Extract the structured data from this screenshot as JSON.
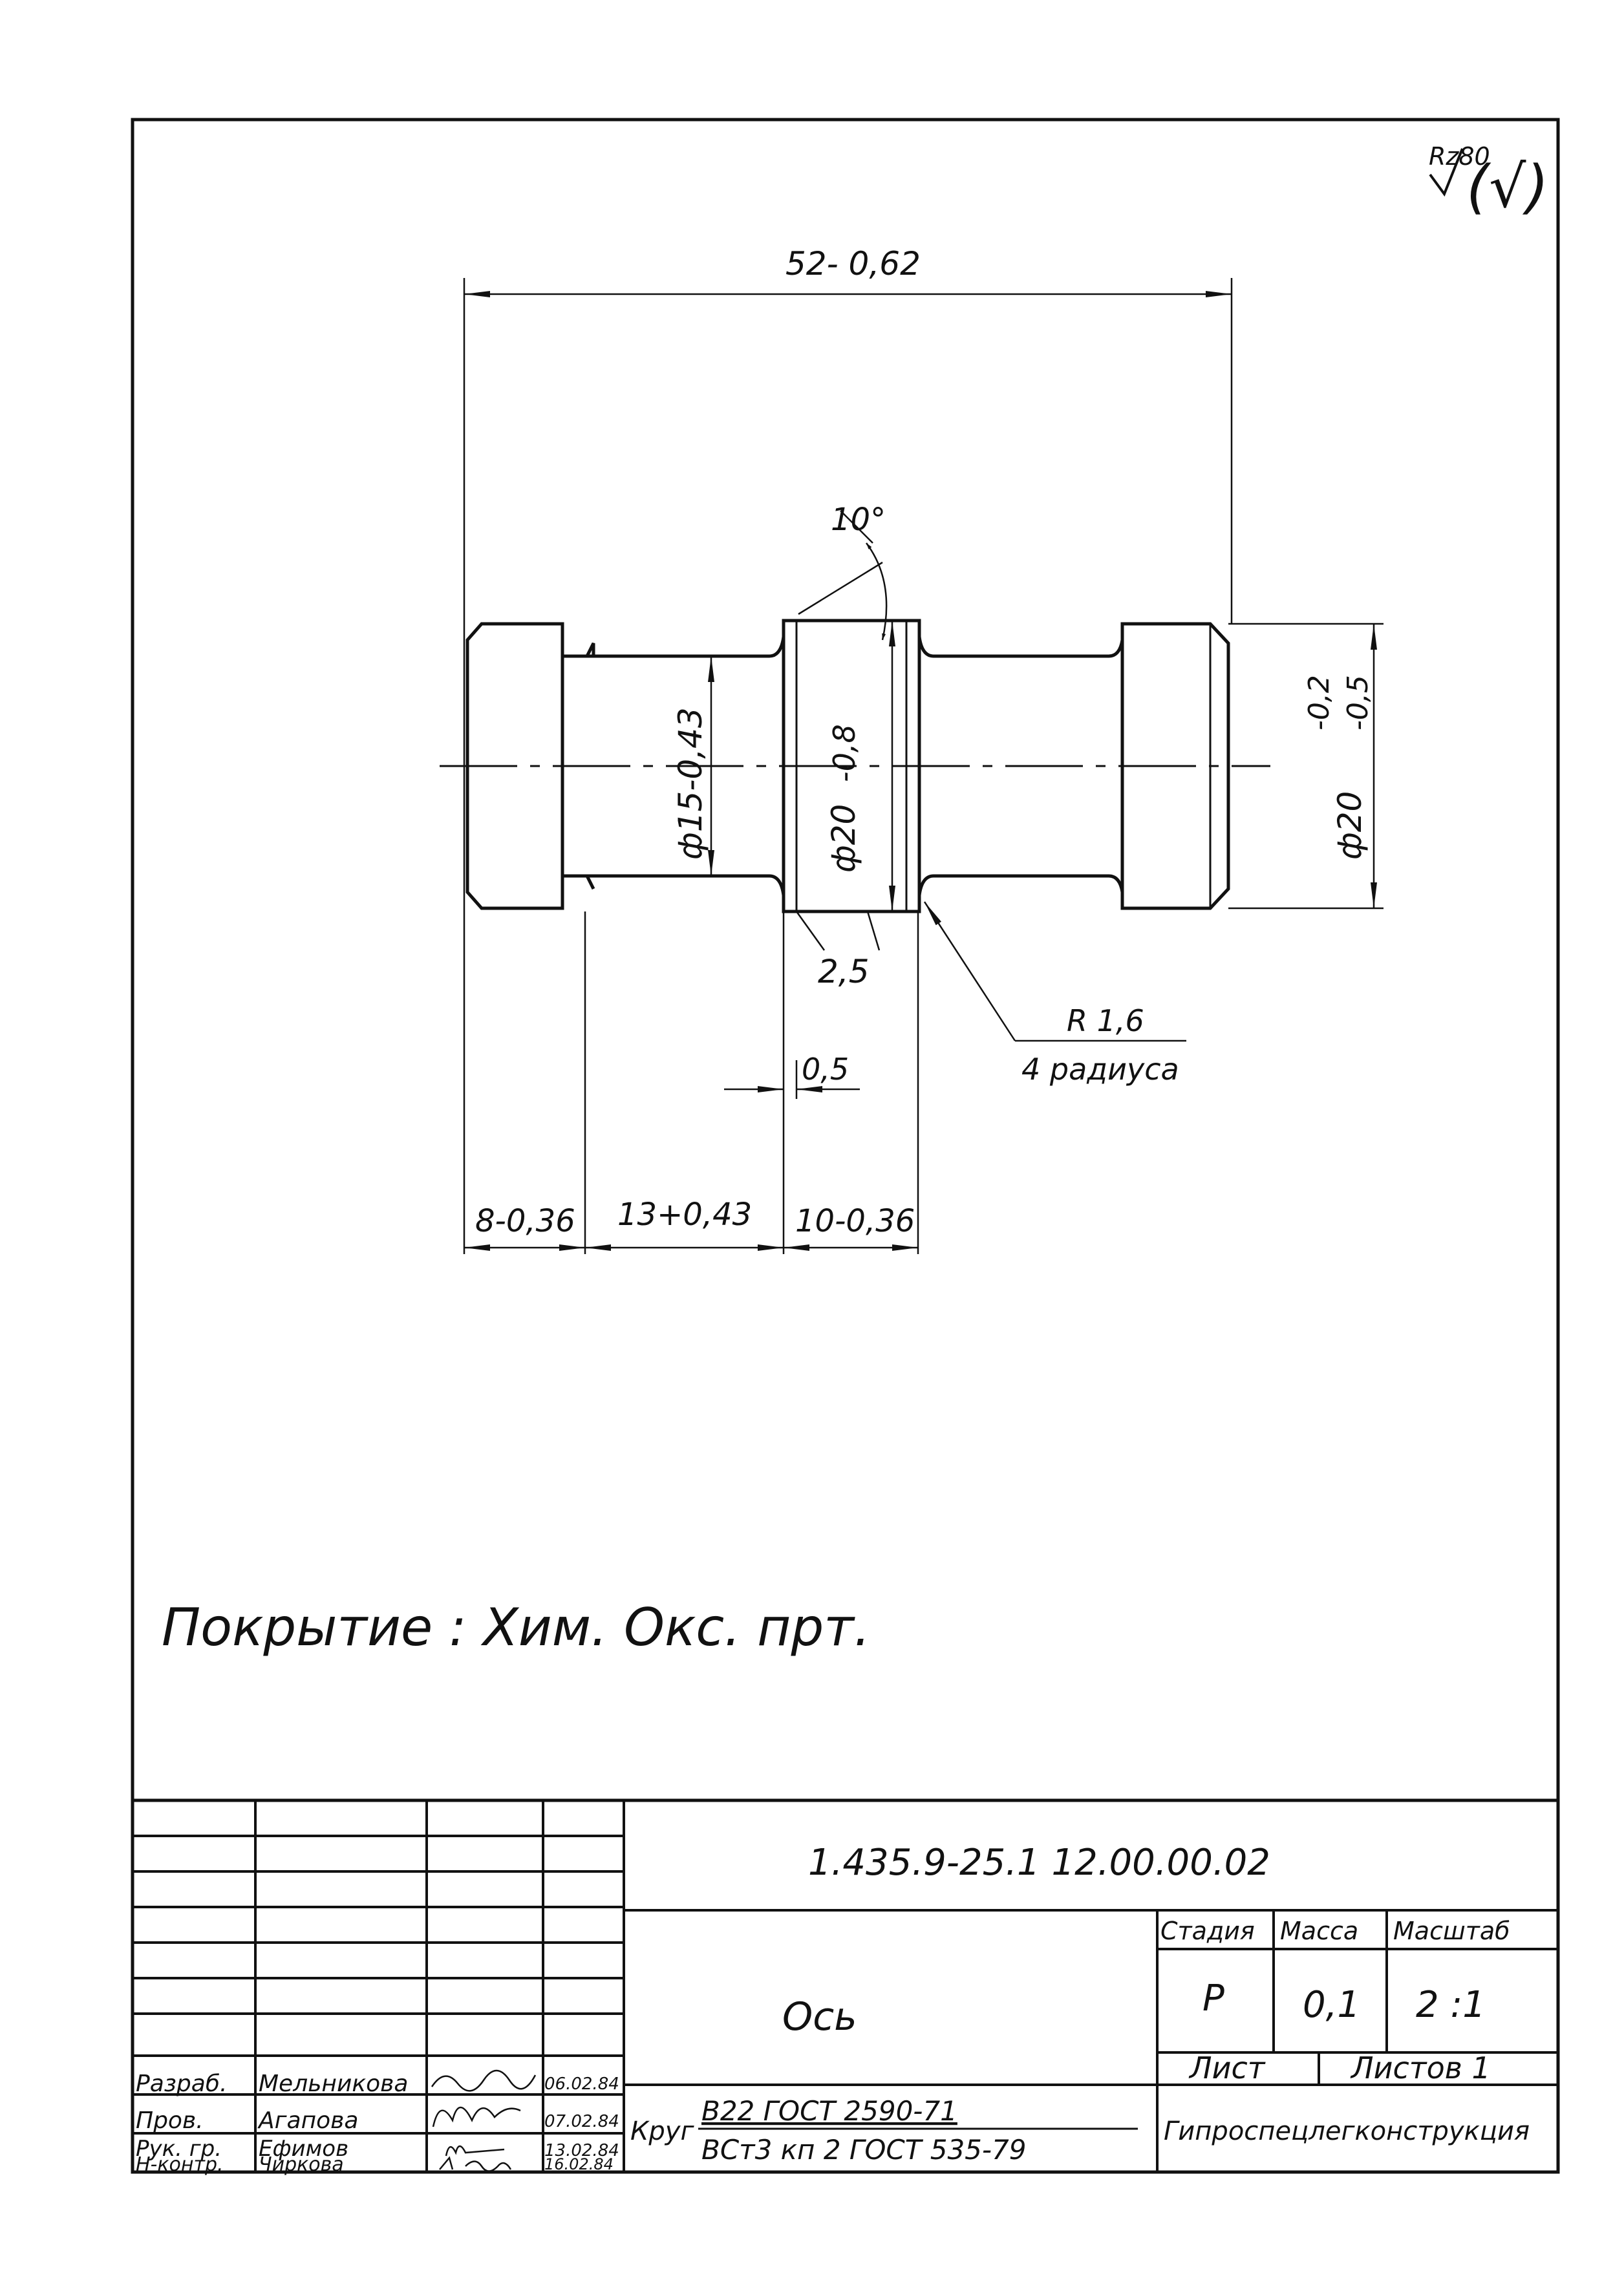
{
  "drawing": {
    "roughness_main": "Rz80",
    "roughness_rest": "(√)",
    "dim_length": "52- 0,62",
    "dim_angle": "10°",
    "dim_d15": "ф15-0,43",
    "dim_d20_center": "ф20",
    "dim_d20_center_tol": "-0,8",
    "dim_d20_right": "ф20",
    "dim_d20_right_tol_upper": "-0,2",
    "dim_d20_right_tol_lower": "-0,5",
    "dim_2_5": "2,5",
    "dim_radius": "R 1,6",
    "dim_radius_note": "4 радиуса",
    "dim_0_5": "0,5",
    "dim_8": "8-0,36",
    "dim_13": "13+0,43",
    "dim_10": "10-0,36",
    "coating_note": "Покрытие : Хим. Окс. прт."
  },
  "title_block": {
    "doc_number": "1.435.9-25.1  12.00.00.02",
    "part_name": "Ось",
    "stage_label": "Стадия",
    "mass_label": "Масса",
    "scale_label": "Масштаб",
    "stage_value": "Р",
    "mass_value": "0,1",
    "scale_value": "2 :1",
    "sheet_label": "Лист",
    "sheets_label": "Листов 1",
    "material_prefix": "Круг",
    "material_top": "В22 ГОСТ 2590-71",
    "material_bottom": "ВСт3 кп 2 ГОСТ 535-79",
    "organization": "Гипроспецлегконструкция",
    "signatures": [
      {
        "role": "Разраб.",
        "name": "Мельникова",
        "date": "06.02.84"
      },
      {
        "role": "Пров.",
        "name": "Агапова",
        "date": "07.02.84"
      },
      {
        "role": "Рук. гр.",
        "name": "Ефимов",
        "date": "13.02.84"
      },
      {
        "role": "Н-контр.",
        "name": "Чиркова",
        "date": "16.02.84"
      }
    ]
  }
}
